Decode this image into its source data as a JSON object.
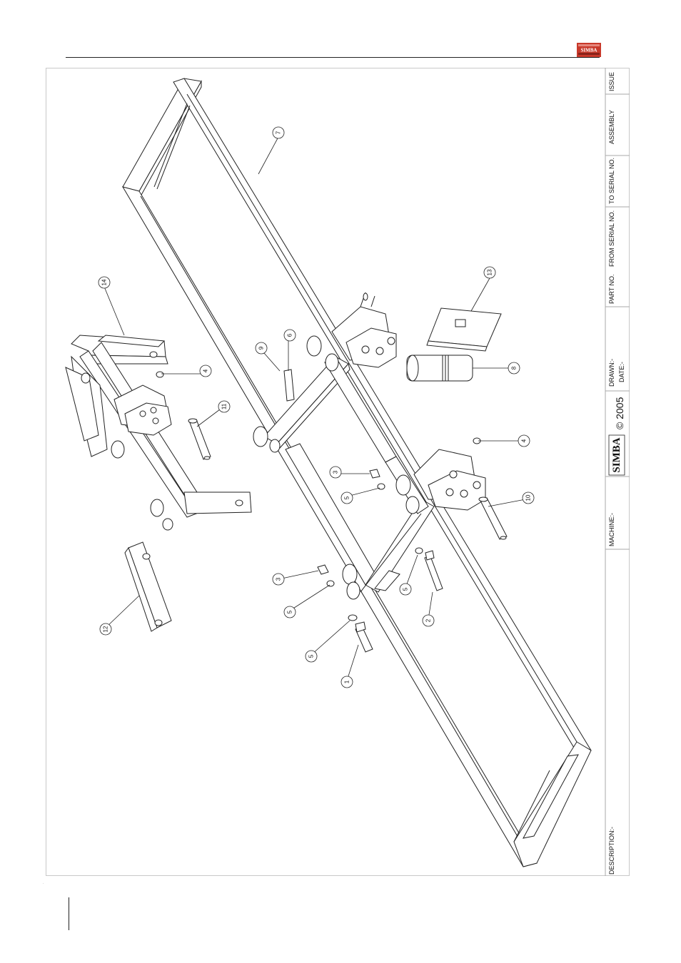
{
  "brand": {
    "name": "SIMBA",
    "accent_color": "#c8392b"
  },
  "title_block": {
    "issue_label": "ISSUE",
    "assembly_label": "ASSEMBLY",
    "to_serial_label": "TO SERIAL NO.",
    "from_serial_label": "FROM SERIAL NO.",
    "part_no_label": "PART NO.",
    "drawn_label": "DRAWN:-",
    "date_label": "DATE:-",
    "copyright": "© 2005",
    "machine_label": "MACHINE:-",
    "description_label": "DESCRIPTION:-"
  },
  "callouts": [
    "1",
    "2",
    "3",
    "3",
    "4",
    "4",
    "5",
    "5",
    "5",
    "5",
    "6",
    "7",
    "8",
    "9",
    "10",
    "11",
    "12",
    "13",
    "14"
  ]
}
